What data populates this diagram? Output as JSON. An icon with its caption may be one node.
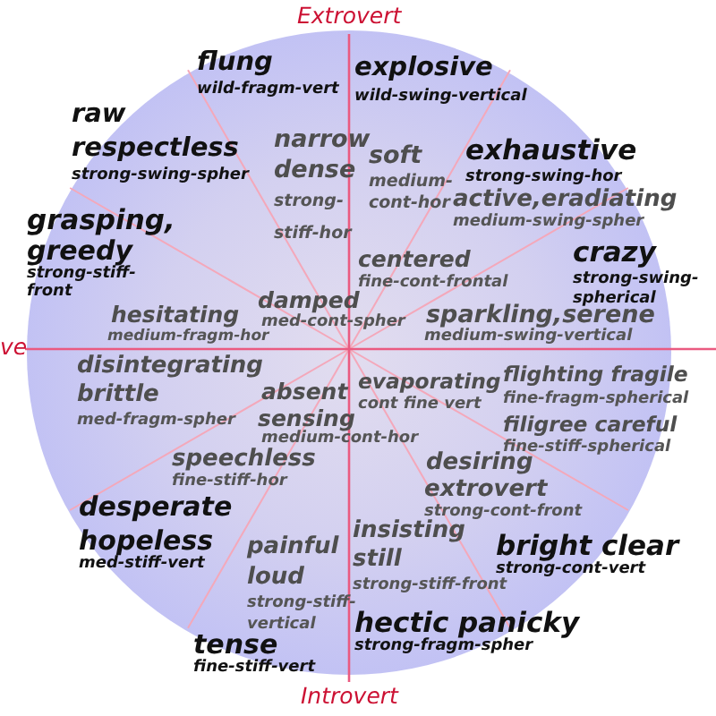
{
  "diagram": {
    "labels": [
      "Extrovert",
      "flung",
      "wild-fragm-vert",
      "explosive",
      "wild-swing-vertical",
      "raw",
      "respectless",
      "strong-swing-spher",
      "narrow",
      "dense",
      "strong- stiff-hor",
      "soft",
      "medium- cont-hor",
      "exhaustive",
      "strong-swing-hor",
      "active,eradiating",
      "medium-swing-spher",
      "grasping,",
      "greedy",
      "strong-stiff- front",
      "crazy",
      "strong-swing- spherical",
      "centered",
      "fine-cont-frontal",
      "hesitating",
      "damped",
      "med-cont-spher",
      "sparkling,serene",
      "medium-swing-vertical",
      "medium-fragm-hor",
      "ve",
      "disintegrating",
      "flighting fragile",
      "evaporating",
      "brittle",
      "absent",
      "fine-fragm-spherical",
      "cont fine vert",
      "sensing",
      "filigree careful",
      "med-fragm-spher",
      "medium-cont-hor",
      "fine-stiff-spherical",
      "speechless",
      "desiring",
      "fine-stiff-hor",
      "extrovert",
      "desperate",
      "strong-cont-front",
      "insisting",
      "hopeless",
      "bright clear",
      "painful",
      "still",
      "med-stiff-vert",
      "strong-cont-vert",
      "loud",
      "strong-stiff-front",
      "strong-stiff- vertical",
      "hectic panicky",
      "tense",
      "strong-fragm-spher",
      "fine-stiff-vert",
      "Introvert"
    ]
  }
}
